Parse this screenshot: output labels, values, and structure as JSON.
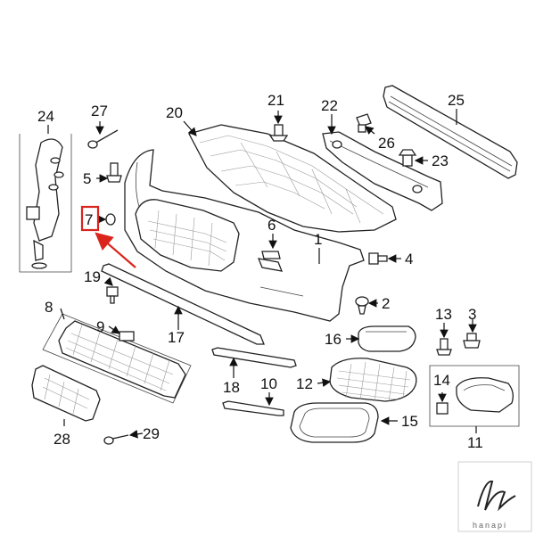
{
  "callouts": {
    "c1": "1",
    "c2": "2",
    "c3": "3",
    "c4": "4",
    "c5": "5",
    "c6": "6",
    "c7": "7",
    "c8": "8",
    "c9": "9",
    "c10": "10",
    "c11": "11",
    "c12": "12",
    "c13": "13",
    "c14": "14",
    "c15": "15",
    "c16": "16",
    "c17": "17",
    "c18": "18",
    "c19": "19",
    "c20": "20",
    "c21": "21",
    "c22": "22",
    "c23": "23",
    "c24": "24",
    "c25": "25",
    "c26": "26",
    "c27": "27",
    "c28": "28",
    "c29": "29"
  },
  "watermark": {
    "text": "hanapi"
  },
  "colors": {
    "highlight": "#d9251c",
    "line": "#111111",
    "background": "#ffffff"
  }
}
